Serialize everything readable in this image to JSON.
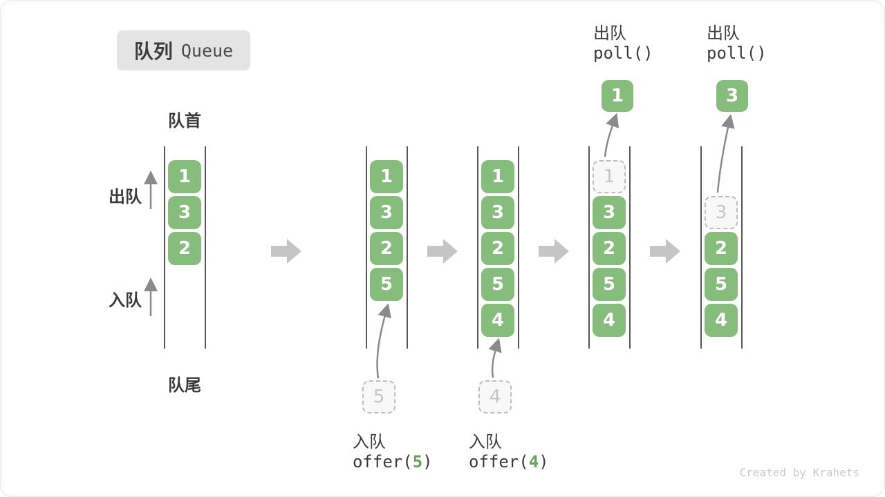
{
  "title": {
    "zh": "队列",
    "en": "Queue"
  },
  "side_labels": {
    "front": "队首",
    "rear": "队尾",
    "dequeue": "出队",
    "enqueue": "入队"
  },
  "states": [
    {
      "slots": [
        {
          "v": "1",
          "kind": "filled"
        },
        {
          "v": "3",
          "kind": "filled"
        },
        {
          "v": "2",
          "kind": "filled"
        }
      ]
    },
    {
      "slots": [
        {
          "v": "1",
          "kind": "filled"
        },
        {
          "v": "3",
          "kind": "filled"
        },
        {
          "v": "2",
          "kind": "filled"
        },
        {
          "v": "5",
          "kind": "filled"
        }
      ]
    },
    {
      "slots": [
        {
          "v": "1",
          "kind": "filled"
        },
        {
          "v": "3",
          "kind": "filled"
        },
        {
          "v": "2",
          "kind": "filled"
        },
        {
          "v": "5",
          "kind": "filled"
        },
        {
          "v": "4",
          "kind": "filled"
        }
      ]
    },
    {
      "slots": [
        {
          "v": "1",
          "kind": "ghost"
        },
        {
          "v": "3",
          "kind": "filled"
        },
        {
          "v": "2",
          "kind": "filled"
        },
        {
          "v": "5",
          "kind": "filled"
        },
        {
          "v": "4",
          "kind": "filled"
        }
      ]
    },
    {
      "slots": [
        {
          "v": "3",
          "kind": "ghost"
        },
        {
          "v": "2",
          "kind": "filled"
        },
        {
          "v": "5",
          "kind": "filled"
        },
        {
          "v": "4",
          "kind": "filled"
        }
      ]
    }
  ],
  "ops": {
    "enqueue": [
      {
        "label": "入队",
        "code_fn": "offer(",
        "code_arg": "5",
        "code_close": ")",
        "pending": "5"
      },
      {
        "label": "入队",
        "code_fn": "offer(",
        "code_arg": "4",
        "code_close": ")",
        "pending": "4"
      }
    ],
    "dequeue": [
      {
        "label": "出队",
        "code": "poll()",
        "result": "1"
      },
      {
        "label": "出队",
        "code": "poll()",
        "result": "3"
      }
    ]
  },
  "watermark": "Created by Krahets",
  "colors": {
    "item_green": "#86BD7D",
    "ghost_gray": "#BDBDBD",
    "code_green": "#67A35C",
    "text_dark": "#3B3B3B",
    "arrow_gray": "#8A8A8A",
    "block_arrow_gray": "#C5C5C5",
    "badge_bg": "#E4E4E4",
    "wall_gray": "#575757"
  }
}
